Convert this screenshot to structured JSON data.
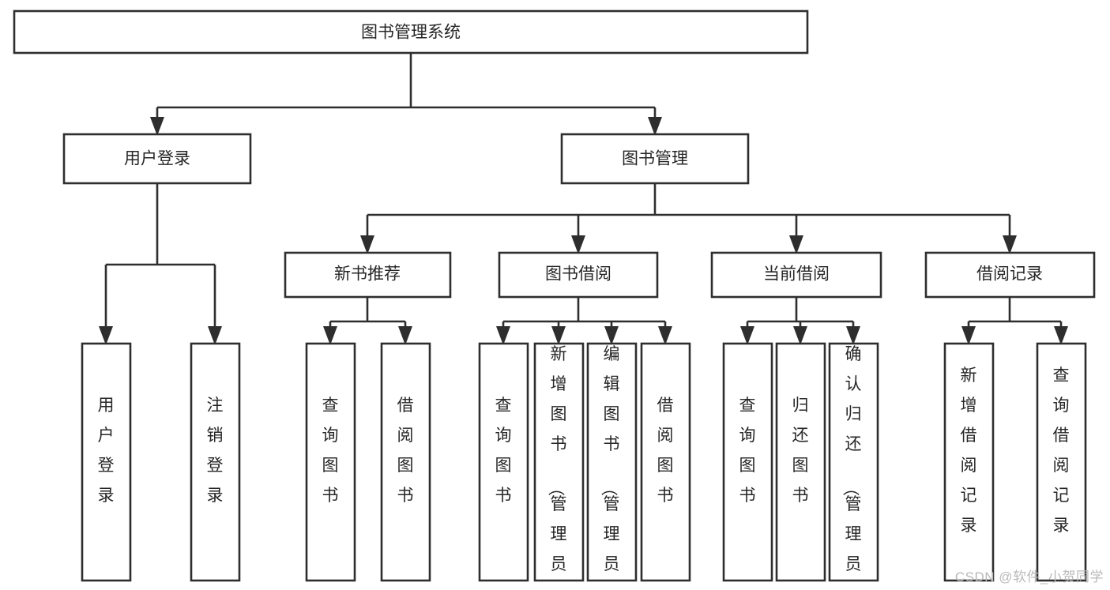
{
  "diagram": {
    "type": "tree-hierarchy",
    "orientation": "top-down",
    "colors": {
      "background": "#ffffff",
      "stroke": "#2e2e2e",
      "node_fill": "#ffffff",
      "text": "#262626",
      "watermark": "#b9b9b9"
    },
    "root": {
      "id": "root",
      "label": "图书管理系统"
    },
    "level2": [
      {
        "id": "user-login",
        "label": "用户登录"
      },
      {
        "id": "book-management",
        "label": "图书管理"
      }
    ],
    "level3": [
      {
        "id": "new-book-recommend",
        "label": "新书推荐",
        "parent": "book-management"
      },
      {
        "id": "book-borrow",
        "label": "图书借阅",
        "parent": "book-management"
      },
      {
        "id": "current-borrow",
        "label": "当前借阅",
        "parent": "book-management"
      },
      {
        "id": "borrow-record",
        "label": "借阅记录",
        "parent": "book-management"
      }
    ],
    "leaves": {
      "user-login": [
        {
          "id": "leaf-user-login",
          "label": "用户登录"
        },
        {
          "id": "leaf-user-logout",
          "label": "注销登录"
        }
      ],
      "new-book-recommend": [
        {
          "id": "leaf-query-book-1",
          "label": "查询图书"
        },
        {
          "id": "leaf-borrow-book-1",
          "label": "借阅图书"
        }
      ],
      "book-borrow": [
        {
          "id": "leaf-query-book-2",
          "label": "查询图书"
        },
        {
          "id": "leaf-add-book",
          "label": "新增图书（管理员）"
        },
        {
          "id": "leaf-edit-book",
          "label": "编辑图书（管理员）"
        },
        {
          "id": "leaf-borrow-book-2",
          "label": "借阅图书"
        }
      ],
      "current-borrow": [
        {
          "id": "leaf-query-book-3",
          "label": "查询图书"
        },
        {
          "id": "leaf-return-book",
          "label": "归还图书"
        },
        {
          "id": "leaf-confirm-return",
          "label": "确认归还（管理员）"
        }
      ],
      "borrow-record": [
        {
          "id": "leaf-add-record",
          "label": "新增借阅记录"
        },
        {
          "id": "leaf-query-record",
          "label": "查询借阅记录"
        }
      ]
    }
  },
  "watermark": {
    "text": "CSDN @软件_小贺同学"
  }
}
